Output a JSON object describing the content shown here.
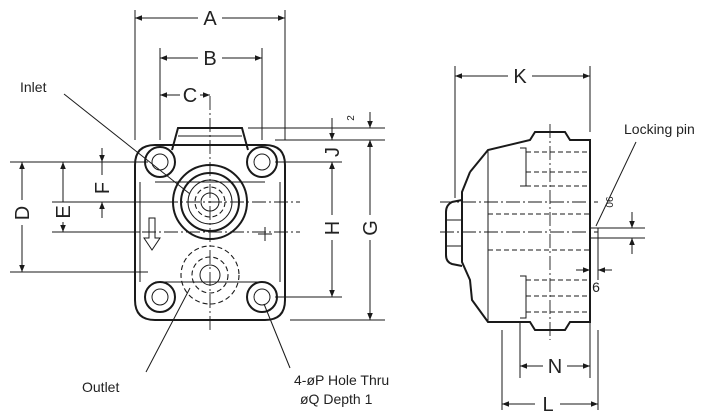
{
  "dimension_labels": {
    "A": "A",
    "B": "B",
    "C": "C",
    "D": "D",
    "E": "E",
    "F": "F",
    "G": "G",
    "H": "H",
    "J": "J",
    "K": "K",
    "L": "L",
    "N": "N",
    "gap_2": "2",
    "pin_06": "06",
    "pin_6": "6"
  },
  "callouts": {
    "inlet": "Inlet",
    "outlet": "Outlet",
    "locking_pin": "Locking pin",
    "hole_line1": "4-øP Hole Thru",
    "hole_line2": "øQ  Depth 1"
  }
}
